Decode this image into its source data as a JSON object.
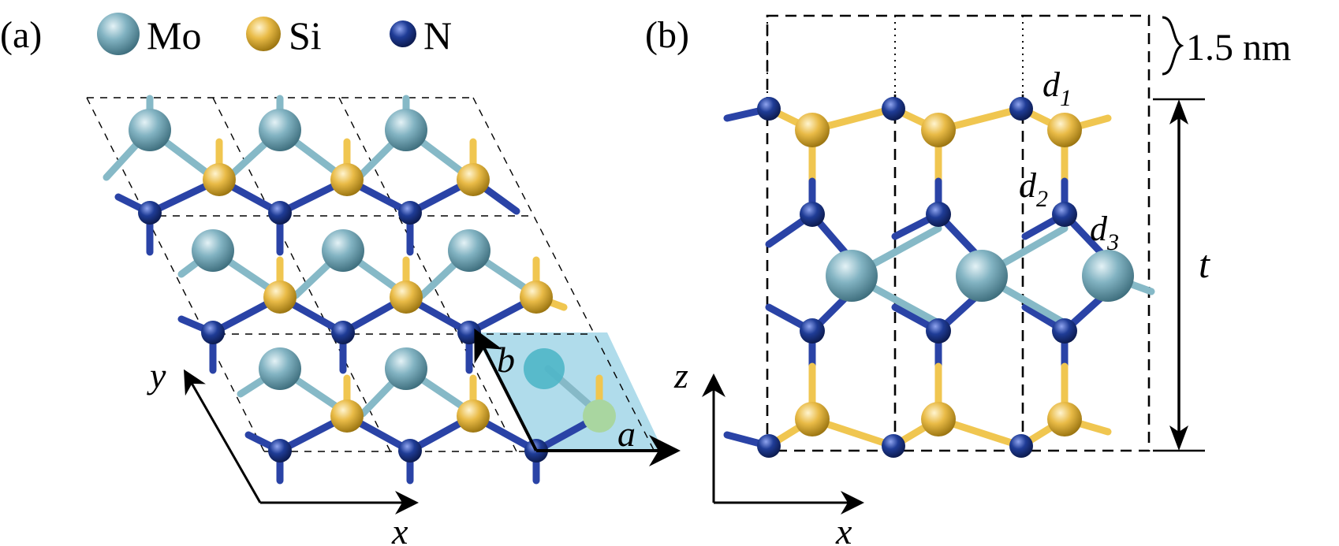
{
  "legend": {
    "items": [
      {
        "label": "Mo",
        "color": "#7fb0bf"
      },
      {
        "label": "Si",
        "color": "#e8b844"
      },
      {
        "label": "N",
        "color": "#1f3c96"
      }
    ]
  },
  "panel_a": {
    "tag": "(a)",
    "axis_x": "x",
    "axis_y": "y",
    "vector_a": "a",
    "vector_b": "b"
  },
  "panel_b": {
    "tag": "(b)",
    "vacuum_label": "1.5 nm",
    "thickness_label": "t",
    "axis_x": "x",
    "axis_z": "z",
    "bond_d1": "d",
    "bond_d1_sub": "1",
    "bond_d2": "d",
    "bond_d2_sub": "2",
    "bond_d3": "d",
    "bond_d3_sub": "3"
  },
  "colors": {
    "mo": "#7fb0bf",
    "si": "#e8b844",
    "n": "#1f3c96",
    "cell_fill": "#6fc0da"
  }
}
